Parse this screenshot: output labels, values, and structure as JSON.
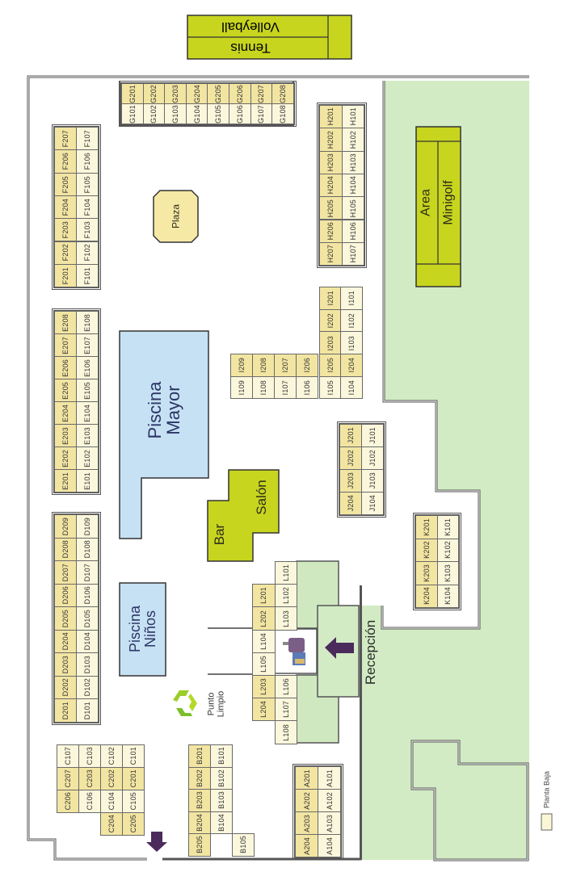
{
  "facilities": {
    "volleyball": "Volleyball",
    "tennis": "Tennis",
    "minigolf_line1": "Area",
    "minigolf_line2": "Minigolf",
    "plaza": "Plaza",
    "pool_main_line1": "Piscina",
    "pool_main_line2": "Mayor",
    "pool_kids_line1": "Piscina",
    "pool_kids_line2": "Niños",
    "bar": "Bar",
    "salon": "Salón",
    "recycling_line1": "Punto",
    "recycling_line2": "Limpio",
    "reception": "Recepción"
  },
  "legend": {
    "floor_label": "Planta Baja"
  },
  "colors": {
    "upper_floor_cell": "#f2e5a2",
    "ground_floor_cell": "#fbf7dc",
    "green_area": "#d2ebc4",
    "pool": "#c6e1f3",
    "sport": "#c8d51f",
    "arrow": "#4a2b5c"
  },
  "blocks": {
    "G": [
      [
        "G201",
        "G101"
      ],
      [
        "G202",
        "G102"
      ],
      [
        "G203",
        "G103"
      ],
      [
        "G204",
        "G104"
      ],
      [
        "G205",
        "G105"
      ],
      [
        "G206",
        "G106"
      ],
      [
        "G207",
        "G107"
      ],
      [
        "G208",
        "G108"
      ]
    ],
    "F": [
      [
        "F207",
        "F206",
        "F205",
        "F204",
        "F203",
        "F202",
        "F201"
      ],
      [
        "F107",
        "F106",
        "F105",
        "F104",
        "F103",
        "F102",
        "F101"
      ]
    ],
    "E": [
      [
        "E208",
        "E207",
        "E206",
        "E205",
        "E204",
        "E203",
        "E202",
        "E201"
      ],
      [
        "E108",
        "E107",
        "E106",
        "E105",
        "E104",
        "E103",
        "E102",
        "E101"
      ]
    ],
    "D": [
      [
        "D209",
        "D208",
        "D207",
        "D206",
        "D205",
        "D204",
        "D203",
        "D202",
        "D201"
      ],
      [
        "D109",
        "D108",
        "D107",
        "D106",
        "D105",
        "D104",
        "D103",
        "D102",
        "D101"
      ]
    ],
    "C": [
      [
        "C107",
        "C207",
        "C206"
      ],
      [
        "C103",
        "C203",
        "C106"
      ],
      [
        "C102",
        "C202",
        "C104",
        "C204"
      ],
      [
        "C101",
        "C201",
        "C105",
        "C205"
      ]
    ],
    "B": [
      [
        "B201",
        "B202",
        "B203",
        "B204",
        "B205"
      ],
      [
        "B101",
        "B102",
        "B103",
        "B104"
      ],
      [
        "B105"
      ]
    ],
    "A": [
      [
        "A201",
        "A202",
        "A203",
        "A204"
      ],
      [
        "A101",
        "A102",
        "A103",
        "A104"
      ]
    ],
    "H": [
      [
        "H201",
        "H202",
        "H203",
        "H204",
        "H205",
        "H206",
        "H207"
      ],
      [
        "H101",
        "H102",
        "H103",
        "H104",
        "H105",
        "H106",
        "H107"
      ]
    ],
    "I": [
      [
        "I209",
        "I109"
      ],
      [
        "I208",
        "I108"
      ],
      [
        "I207",
        "I107"
      ],
      [
        "I206",
        "I106"
      ],
      [
        "I201",
        "I202",
        "I203",
        "I205",
        "I105"
      ],
      [
        "I101",
        "I102",
        "I103",
        "I204",
        "I104"
      ]
    ],
    "J": [
      [
        "J201",
        "J202",
        "J203",
        "J204"
      ],
      [
        "J101",
        "J102",
        "J103",
        "J104"
      ]
    ],
    "K": [
      [
        "K201",
        "K202",
        "K203",
        "K204"
      ],
      [
        "K101",
        "K102",
        "K103",
        "K104"
      ]
    ],
    "L": [
      [
        "L201",
        "L202",
        "L104",
        "L105",
        "L203",
        "L204"
      ],
      [
        "L101",
        "L102",
        "L103",
        null,
        null,
        "L106",
        "L107",
        "L108"
      ]
    ]
  }
}
